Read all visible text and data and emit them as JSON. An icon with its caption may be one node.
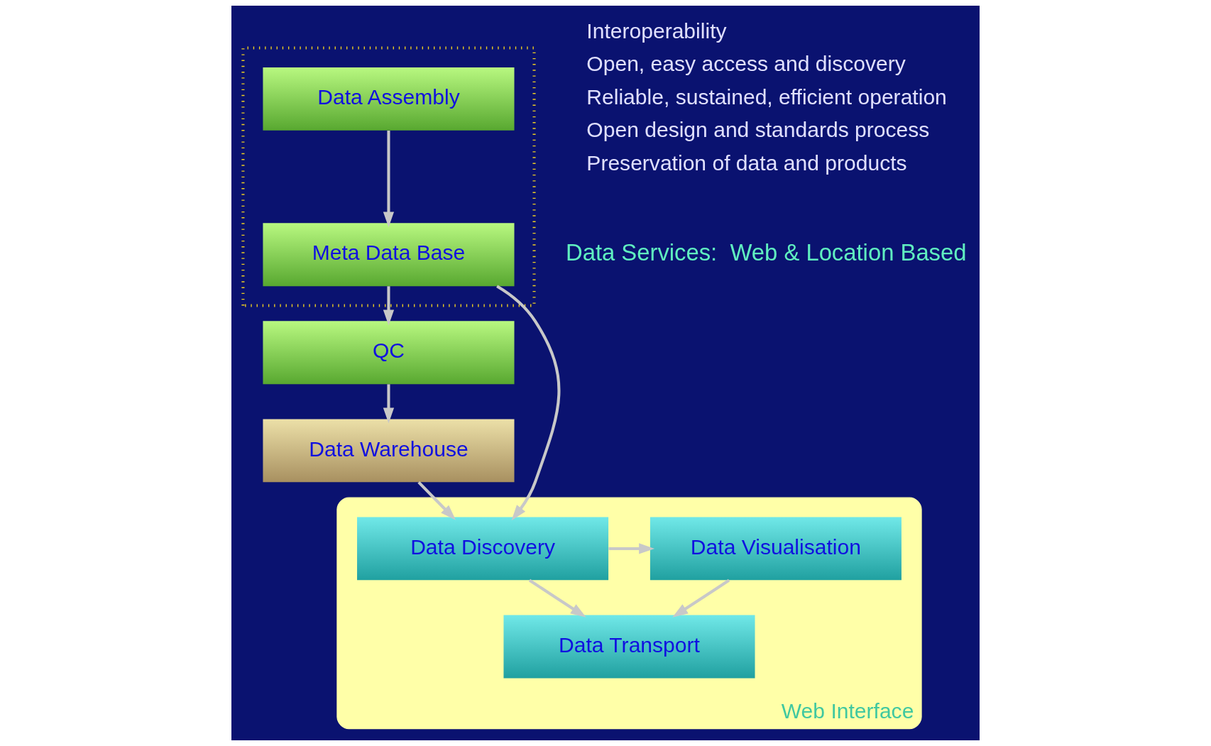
{
  "diagram": {
    "nodes": [
      {
        "text": [],
        "shape": "box"
      },
      {
        "text": [
          "Data Assembly"
        ],
        "in": 0
      },
      {
        "text": [
          "Meta Data Base"
        ],
        "in": 0
      },
      {
        "text": [
          "QC"
        ]
      },
      {
        "text": [
          "Data Warehouse"
        ]
      },
      {
        "text": [
          "Web Interface"
        ]
      },
      {
        "text": [
          "Data Discovery"
        ],
        "in": 5
      },
      {
        "text": [
          "Data Visualisation"
        ],
        "in": 5
      },
      {
        "text": [
          "Data Transport"
        ],
        "in": 5
      }
    ],
    "edges": [
      {
        "from": 1,
        "to": 2,
        "arrow": "to"
      },
      {
        "from": 2,
        "to": 3,
        "arrow": "to"
      },
      {
        "from": 3,
        "to": 4,
        "arrow": "to"
      },
      {
        "from": 2,
        "to": 6,
        "arrow": "to"
      },
      {
        "from": 4,
        "to": 6,
        "arrow": "to"
      },
      {
        "from": 6,
        "to": 7,
        "arrow": "to"
      },
      {
        "from": 6,
        "to": 8,
        "arrow": "to"
      },
      {
        "from": 7,
        "to": 8,
        "arrow": "to"
      }
    ],
    "labels": [
      "Interoperability",
      "Open, easy access and discovery",
      "Reliable, sustained, efficient operation",
      "Open design and standards process",
      "Preservation of data and products",
      "Data Services:  Web & Location Based"
    ]
  }
}
